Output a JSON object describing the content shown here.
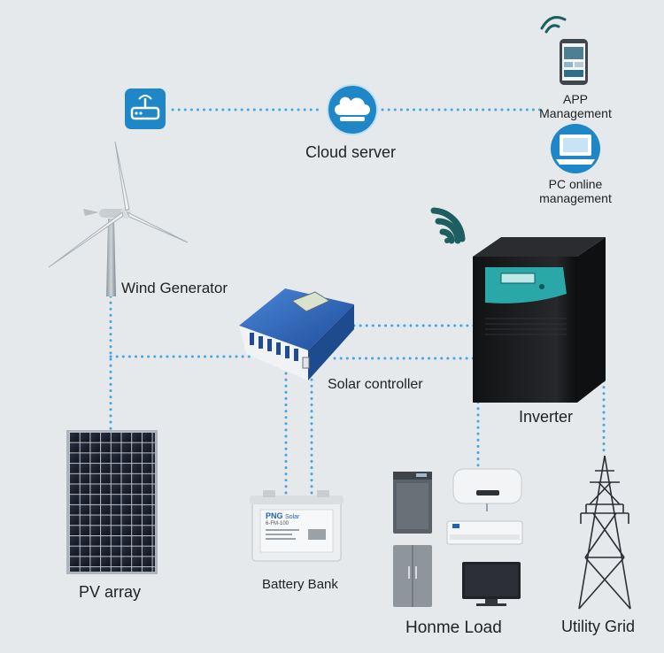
{
  "labels": {
    "app": "APP Management",
    "app_line1": "APP",
    "app_line2": "Management",
    "cloud": "Cloud server",
    "pc_line1": "PC online",
    "pc_line2": "management",
    "wind": "Wind Generator",
    "solar_controller": "Solar controller",
    "inverter": "Inverter",
    "pv": "PV array",
    "battery": "Battery Bank",
    "load": "Honme Load",
    "grid": "Utility Grid"
  },
  "device_text": {
    "battery_brand": "PNG",
    "battery_brand_suffix": "Solar",
    "battery_model": "6-FM-100"
  },
  "colors": {
    "background": "#e5e9ec",
    "link_dots": "#4aa6e0",
    "icon_blue": "#1f86c8",
    "wifi_teal": "#1d5f60",
    "controller_blue": "#2e63b8",
    "inverter_body": "#1a1b1d",
    "inverter_panel": "#2aa7a8",
    "pv_cell": "#1c2230"
  },
  "icons": {
    "router": "router-icon",
    "cloud": "cloud-icon",
    "phone": "smartphone-icon",
    "pc": "computer-icon",
    "wifi": "wifi-icon"
  }
}
